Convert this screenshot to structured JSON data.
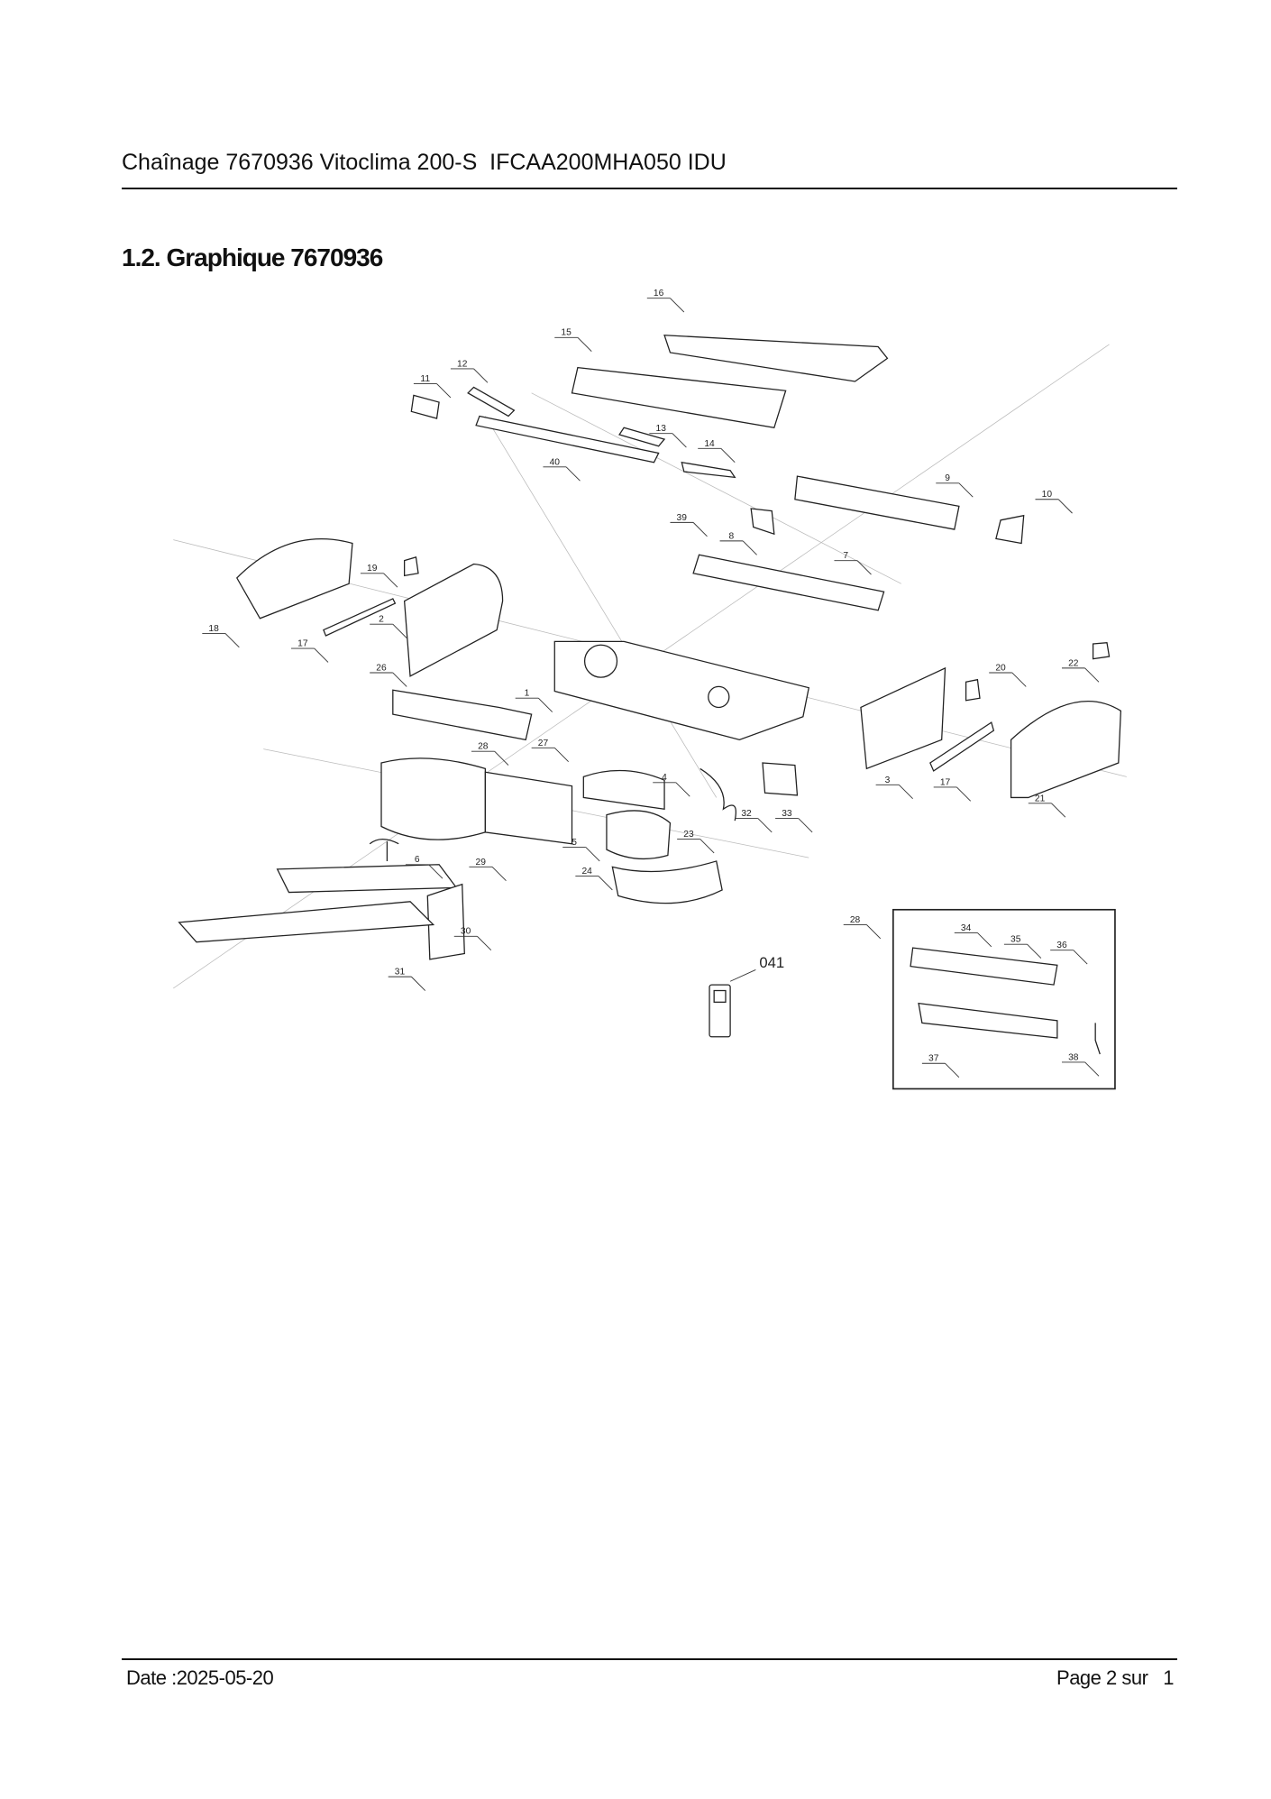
{
  "header": {
    "title": "Chaînage 7670936 Vitoclima 200-S  IFCAA200MHA050 IDU"
  },
  "section": {
    "heading": "1.2. Graphique 7670936"
  },
  "diagram": {
    "part_labels": [
      "16",
      "15",
      "12",
      "11",
      "13",
      "14",
      "40",
      "39",
      "9",
      "10",
      "8",
      "7",
      "19",
      "18",
      "17",
      "2",
      "26",
      "1",
      "20",
      "22",
      "28",
      "27",
      "4",
      "32",
      "33",
      "3",
      "17",
      "21",
      "23",
      "5",
      "29",
      "6",
      "24",
      "30",
      "31",
      "041",
      "28",
      "34",
      "35",
      "36",
      "37",
      "38"
    ]
  },
  "footer": {
    "date": "Date :2025-05-20",
    "page": "Page 2 sur   1"
  }
}
